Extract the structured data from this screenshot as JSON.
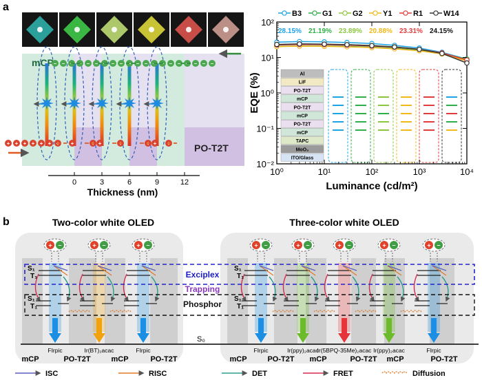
{
  "panels": {
    "a": "a",
    "b": "b"
  },
  "panel_a_left": {
    "layer_top": "mCP",
    "layer_bottom": "PO-T2T",
    "x_axis_label": "Thickness (nm)",
    "ticks": [
      "0",
      "3",
      "6",
      "9",
      "12"
    ],
    "photo_colors": [
      "#2fb7b0",
      "#3fd44a",
      "#c7e87a",
      "#e6e23a",
      "#e8574f",
      "#d9a59a"
    ]
  },
  "panel_a_right": {
    "device_stack": [
      "Al",
      "LiF",
      "PO-T2T",
      "mCP",
      "PO-T2T",
      "mCP",
      "PO-T2T",
      "mCP",
      "TAPC",
      "MoO₃",
      "ITO/Glass"
    ]
  },
  "chart_data": {
    "type": "line",
    "xlabel": "Luminance (cd/m²)",
    "ylabel": "EQE (%)",
    "x_scale": "log",
    "y_scale": "log",
    "xlim": [
      1,
      10000
    ],
    "ylim": [
      0.01,
      100
    ],
    "x_ticks": [
      "10⁰",
      "10¹",
      "10²",
      "10³",
      "10⁴"
    ],
    "y_ticks": [
      "10⁻²",
      "10⁻¹",
      "10⁰",
      "10¹",
      "10²"
    ],
    "series": [
      {
        "name": "B3",
        "max_eqe": "28.15%",
        "color": "#1ca3e6",
        "x": [
          1,
          3,
          10,
          30,
          100,
          300,
          1000,
          3000,
          10000
        ],
        "y": [
          27,
          28.1,
          27.6,
          26.5,
          24.8,
          22,
          18.5,
          14,
          9
        ]
      },
      {
        "name": "G1",
        "max_eqe": "21.19%",
        "color": "#2eaf47",
        "x": [
          1,
          3,
          10,
          30,
          100,
          300,
          1000,
          3000,
          10000
        ],
        "y": [
          20.5,
          21.2,
          21,
          20.5,
          19.5,
          18,
          16,
          13,
          9
        ]
      },
      {
        "name": "G2",
        "max_eqe": "23.89%",
        "color": "#8cc63f",
        "x": [
          1,
          3,
          10,
          30,
          100,
          300,
          1000,
          3000,
          10000
        ],
        "y": [
          23,
          23.9,
          23.6,
          23,
          21.8,
          20,
          17,
          13.5,
          8.5
        ]
      },
      {
        "name": "Y1",
        "max_eqe": "20.88%",
        "color": "#f2b81a",
        "x": [
          1,
          3,
          10,
          30,
          100,
          300,
          1000,
          3000,
          10000
        ],
        "y": [
          20.2,
          20.9,
          20.6,
          20,
          19,
          17.5,
          15.5,
          12.5,
          8
        ]
      },
      {
        "name": "R1",
        "max_eqe": "23.31%",
        "color": "#e23b3b",
        "x": [
          1,
          3,
          10,
          30,
          100,
          300,
          1000,
          3000,
          10000
        ],
        "y": [
          22.5,
          23.3,
          23,
          22.3,
          21,
          19.5,
          17,
          13.5,
          8.5
        ]
      },
      {
        "name": "W14",
        "max_eqe": "24.15%",
        "color": "#333333",
        "x": [
          1,
          3,
          10,
          30,
          100,
          300,
          1000,
          3000,
          10000
        ],
        "y": [
          23.3,
          24.1,
          23.8,
          23,
          21.6,
          19.8,
          17,
          13,
          7
        ]
      }
    ]
  },
  "panel_b": {
    "two_color_title": "Two-color white OLED",
    "three_color_title": "Three-color white OLED",
    "exciplex": "Exciplex",
    "trapping": "Trapping",
    "phosphor": "Phosphor",
    "s0": "S₀",
    "s1": "S₁",
    "t1": "T₁",
    "two_dopants": [
      "FIrpic",
      "Ir(BT)₂acac",
      "FIrpic"
    ],
    "three_dopants": [
      "FIrpic",
      "Ir(ppy)₂acac",
      "Ir(5BPQ-35Me)₂acac",
      "Ir(ppy)₂acac",
      "FIrpic"
    ],
    "two_hosts": [
      "mCP",
      "PO-T2T",
      "mCP",
      "PO-T2T"
    ],
    "three_hosts": [
      "mCP",
      "PO-T2T",
      "mCP",
      "PO-T2T",
      "mCP",
      "PO-T2T"
    ],
    "two_arrow_colors": [
      "#1a8fe3",
      "#f2a20e",
      "#1a8fe3"
    ],
    "three_arrow_colors": [
      "#1a8fe3",
      "#6cbb2a",
      "#e5353b",
      "#6cbb2a",
      "#1a8fe3"
    ],
    "legend": [
      {
        "label": "ISC",
        "color": "#5a5fb8"
      },
      {
        "label": "RISC",
        "color": "#e07a27"
      },
      {
        "label": "DET",
        "color": "#2a9d8f"
      },
      {
        "label": "FRET",
        "color": "#d62b4d"
      },
      {
        "label": "Diffusion",
        "color": "#e07a27"
      }
    ]
  }
}
